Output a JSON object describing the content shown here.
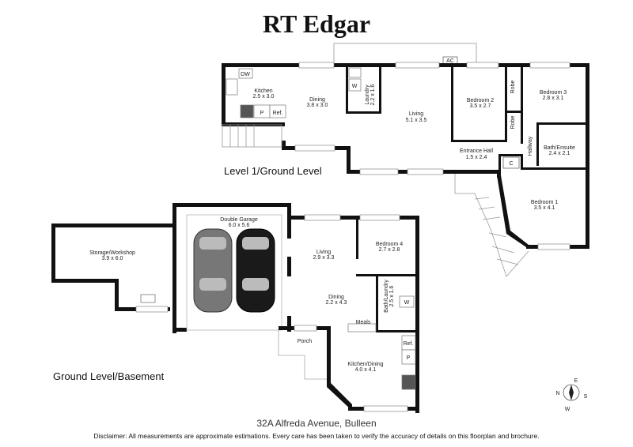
{
  "brand": "RT Edgar",
  "levels": {
    "upper": {
      "label": "Level 1/Ground Level",
      "rooms": [
        {
          "name": "Kitchen",
          "size": "2.5 x 3.0"
        },
        {
          "name": "Dining",
          "size": "3.8 x 3.0"
        },
        {
          "name": "Laundry",
          "size": "2.2 x 1.6"
        },
        {
          "name": "Living",
          "size": "5.1 x 3.5"
        },
        {
          "name": "Bedroom 2",
          "size": "3.5 x 2.7"
        },
        {
          "name": "Bedroom 3",
          "size": "2.8 x 3.1"
        },
        {
          "name": "Entrance Hall",
          "size": "1.5 x 2.4"
        },
        {
          "name": "Bath/Ensuite",
          "size": "2.4 x 2.1"
        },
        {
          "name": "Bedroom 1",
          "size": "3.5 x 4.1"
        }
      ],
      "fixtures": [
        "DW",
        "P",
        "Ref.",
        "W",
        "AC",
        "Robe",
        "Robe",
        "Hallway",
        "C"
      ]
    },
    "lower": {
      "label": "Ground Level/Basement",
      "rooms": [
        {
          "name": "Storage/Workshop",
          "size": "3.9 x 6.0"
        },
        {
          "name": "Double Garage",
          "size": "6.0 x 5.6"
        },
        {
          "name": "Living",
          "size": "2.9 x 3.3"
        },
        {
          "name": "Bedroom 4",
          "size": "2.7 x 2.8"
        },
        {
          "name": "Dining",
          "size": "2.2 x 4.3"
        },
        {
          "name": "Bath/Laundry",
          "size": "2.5 x 1.6"
        },
        {
          "name": "Kitchen/Dining",
          "size": "4.0 x 4.1"
        }
      ],
      "fixtures": [
        "Meals",
        "Porch",
        "Ref.",
        "P",
        "W"
      ]
    }
  },
  "compass": {
    "n": "N",
    "e": "E",
    "s": "S",
    "w": "W"
  },
  "address": "32A Alfreda Avenue, Bulleen",
  "disclaimer": "Disclaimer: All measurements are approximate estimations. Every care has been taken to verify the accuracy of details on this floorplan and brochure."
}
